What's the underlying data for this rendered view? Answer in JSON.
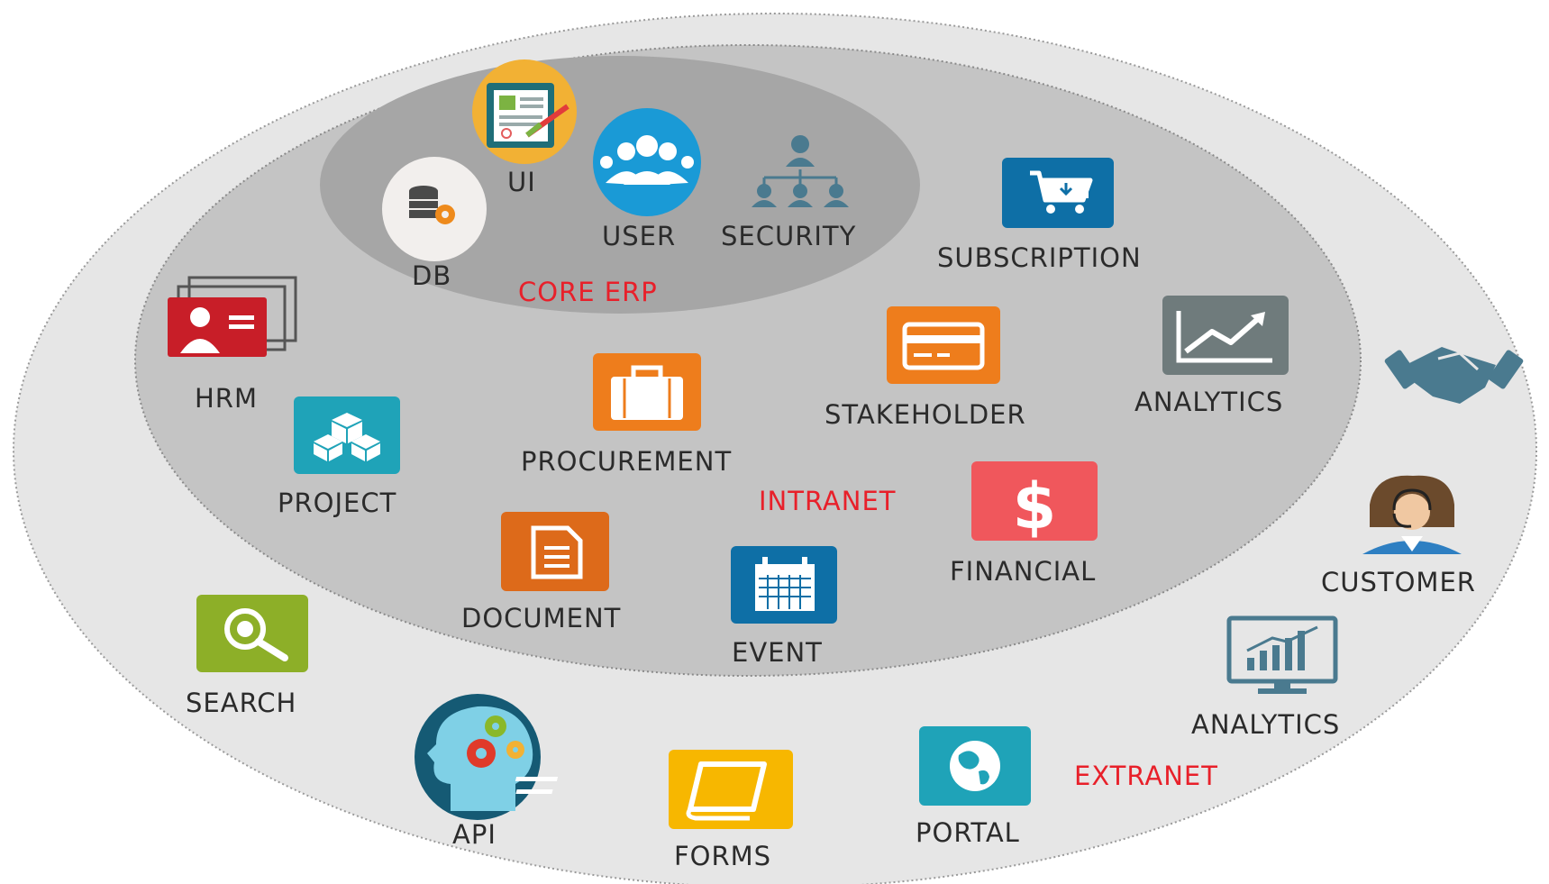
{
  "zones": {
    "core": "CORE ERP",
    "intranet": "INTRANET",
    "extranet": "EXTRANET"
  },
  "core_modules": {
    "ui": "UI",
    "db": "DB",
    "user": "USER",
    "security": "SECURITY"
  },
  "intranet_modules": {
    "subscription": "SUBSCRIPTION",
    "hrm": "HRM",
    "stakeholder": "STAKEHOLDER",
    "analytics": "ANALYTICS",
    "procurement": "PROCUREMENT",
    "project": "PROJECT",
    "financial": "FINANCIAL",
    "document": "DOCUMENT",
    "event": "EVENT"
  },
  "extranet_modules": {
    "customer": "CUSTOMER",
    "search": "SEARCH",
    "analytics": "ANALYTICS",
    "api": "API",
    "forms": "FORMS",
    "portal": "PORTAL"
  },
  "colors": {
    "outer_ring": "#e6e6e6",
    "intranet_ring": "#c4c4c4",
    "core_ring": "#a6a6a6",
    "zone_label": "#e8202a",
    "teal": "#1fa3b8",
    "orange": "#ee7d1c",
    "dark_blue": "#0e6fa6",
    "red": "#c81e28",
    "green": "#8daf28",
    "yellow": "#f7b700",
    "gray": "#6f7b7c",
    "coral": "#f0575c"
  }
}
